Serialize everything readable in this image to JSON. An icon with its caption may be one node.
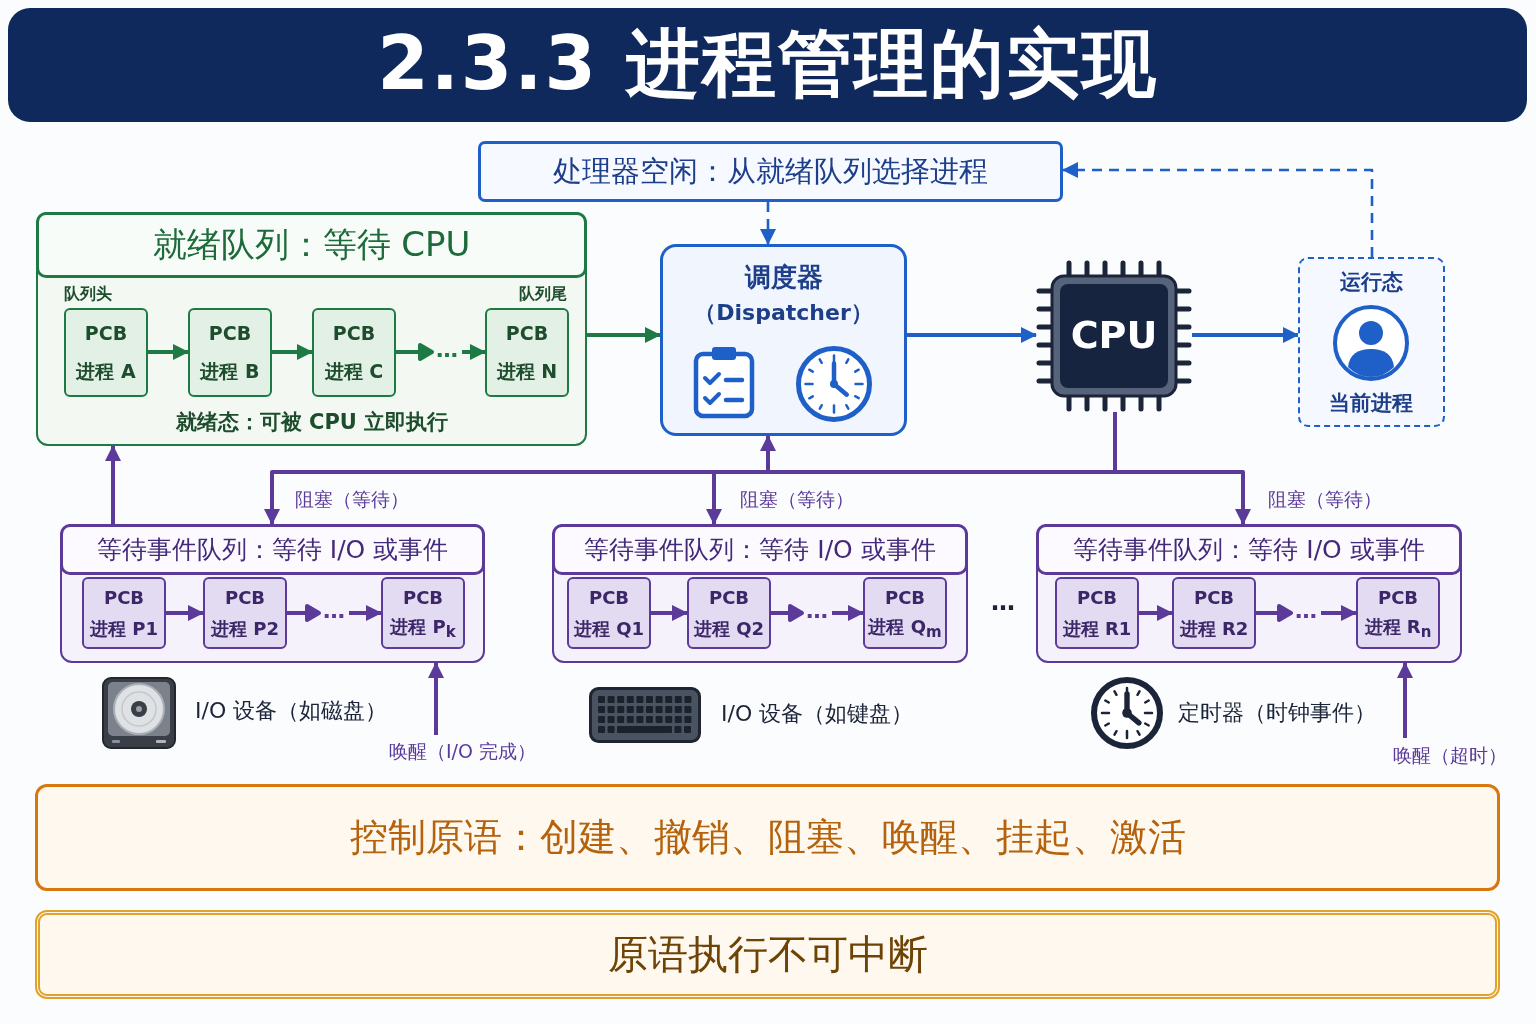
{
  "diagram": {
    "title": "2.3.3 进程管理的实现",
    "nodes": [
      {
        "text": [
          "处理器空闲：从就绪队列选择进程"
        ]
      },
      {
        "text": [
          "就绪队列：等待 CPU",
          "队列头",
          "队列尾",
          "就绪态：可被 CPU 立即执行"
        ]
      },
      {
        "text": [
          "PCB",
          "进程 A"
        ],
        "in": 1
      },
      {
        "text": [
          "PCB",
          "进程 B"
        ],
        "in": 1
      },
      {
        "text": [
          "PCB",
          "进程 C"
        ],
        "in": 1
      },
      {
        "text": [
          "PCB",
          "进程 N"
        ],
        "in": 1
      },
      {
        "text": [
          "调度器",
          "（Dispatcher）"
        ]
      },
      {
        "text": [
          "CPU"
        ]
      },
      {
        "text": [
          "运行态",
          "当前进程"
        ]
      },
      {
        "text": [
          "等待事件队列：等待 I/O 或事件"
        ]
      },
      {
        "text": [
          "PCB",
          "进程 P1"
        ],
        "in": 9
      },
      {
        "text": [
          "PCB",
          "进程 P2"
        ],
        "in": 9
      },
      {
        "text": [
          "PCB",
          "进程 P$_{k}$"
        ],
        "in": 9
      },
      {
        "text": [
          "等待事件队列：等待 I/O 或事件"
        ]
      },
      {
        "text": [
          "PCB",
          "进程 Q1"
        ],
        "in": 13
      },
      {
        "text": [
          "PCB",
          "进程 Q2"
        ],
        "in": 13
      },
      {
        "text": [
          "PCB",
          "进程 Q$_{m}$"
        ],
        "in": 13
      },
      {
        "text": [
          "等待事件队列：等待 I/O 或事件"
        ]
      },
      {
        "text": [
          "PCB",
          "进程 R1"
        ],
        "in": 17
      },
      {
        "text": [
          "PCB",
          "进程 R2"
        ],
        "in": 17
      },
      {
        "text": [
          "PCB",
          "进程 R$_{n}$"
        ],
        "in": 17
      },
      {
        "text": [
          "控制原语：创建、撤销、阻塞、唤醒、挂起、激活"
        ]
      },
      {
        "text": [
          "原语执行不可中断"
        ]
      }
    ],
    "edges": [
      {
        "from": 2,
        "to": 3,
        "arrow": "to",
        "color": "#1e7a45"
      },
      {
        "from": 3,
        "to": 4,
        "arrow": "to",
        "color": "#1e7a45"
      },
      {
        "from": 4,
        "to": 5,
        "arrow": "to",
        "color": "#1e7a45",
        "label": "…"
      },
      {
        "from": 1,
        "to": 6,
        "arrow": "to",
        "color": "#1e7a45"
      },
      {
        "from": 0,
        "to": 6,
        "arrow": "to",
        "style": "dashed",
        "color": "#1f5fc8"
      },
      {
        "from": 6,
        "to": 7,
        "arrow": "to",
        "color": "#1f5fc8"
      },
      {
        "from": 7,
        "to": 8,
        "arrow": "to",
        "color": "#1f5fc8"
      },
      {
        "from": 8,
        "to": 0,
        "arrow": "to",
        "style": "dashed",
        "color": "#1f5fc8"
      },
      {
        "from": 7,
        "to": 9,
        "arrow": "to",
        "label": "阻塞（等待）"
      },
      {
        "from": 7,
        "to": 6,
        "arrow": "to"
      },
      {
        "from": 7,
        "to": 13,
        "arrow": "to",
        "label": "阻塞（等待）"
      },
      {
        "from": 7,
        "to": 17,
        "arrow": "to",
        "label": "阻塞（等待）"
      },
      {
        "from": 9,
        "to": 1,
        "arrow": "to"
      },
      {
        "from": 10,
        "to": 11,
        "arrow": "to"
      },
      {
        "from": 11,
        "to": 12,
        "arrow": "to",
        "label": "…"
      },
      {
        "from": 14,
        "to": 15,
        "arrow": "to"
      },
      {
        "from": 15,
        "to": 16,
        "arrow": "to",
        "label": "…"
      },
      {
        "from": 18,
        "to": 19,
        "arrow": "to"
      },
      {
        "from": 19,
        "to": 20,
        "arrow": "to",
        "label": "…"
      },
      {
        "from": null,
        "to": 9,
        "arrow": "to",
        "label": "唤醒（I/O 完成）"
      },
      {
        "from": null,
        "to": 17,
        "arrow": "to",
        "label": "唤醒（超时）"
      }
    ],
    "labels": [
      "…",
      "I/O 设备（如磁盘）",
      "I/O 设备（如键盘）",
      "定时器（时钟事件）"
    ]
  }
}
